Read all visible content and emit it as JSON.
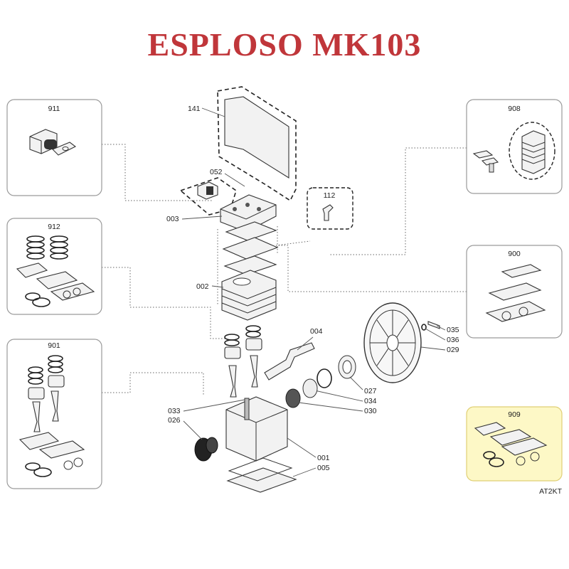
{
  "title": "ESPLOSO MK103",
  "colors": {
    "title": "#c0363a",
    "highlight_fill": "#fdf8c6",
    "highlight_stroke": "#e0cf75"
  },
  "kits": {
    "k911": "911",
    "k912": "912",
    "k901": "901",
    "k908": "908",
    "k900": "900",
    "k909": "909",
    "k112": "112"
  },
  "highlighted_kit": "909",
  "parts": {
    "p141": "141",
    "p052": "052",
    "p003": "003",
    "p002": "002",
    "p004": "004",
    "p035": "035",
    "p036": "036",
    "p029": "029",
    "p027": "027",
    "p034": "034",
    "p030": "030",
    "p033": "033",
    "p026": "026",
    "p001": "001",
    "p005": "005"
  },
  "footer_code": "AT2KT"
}
